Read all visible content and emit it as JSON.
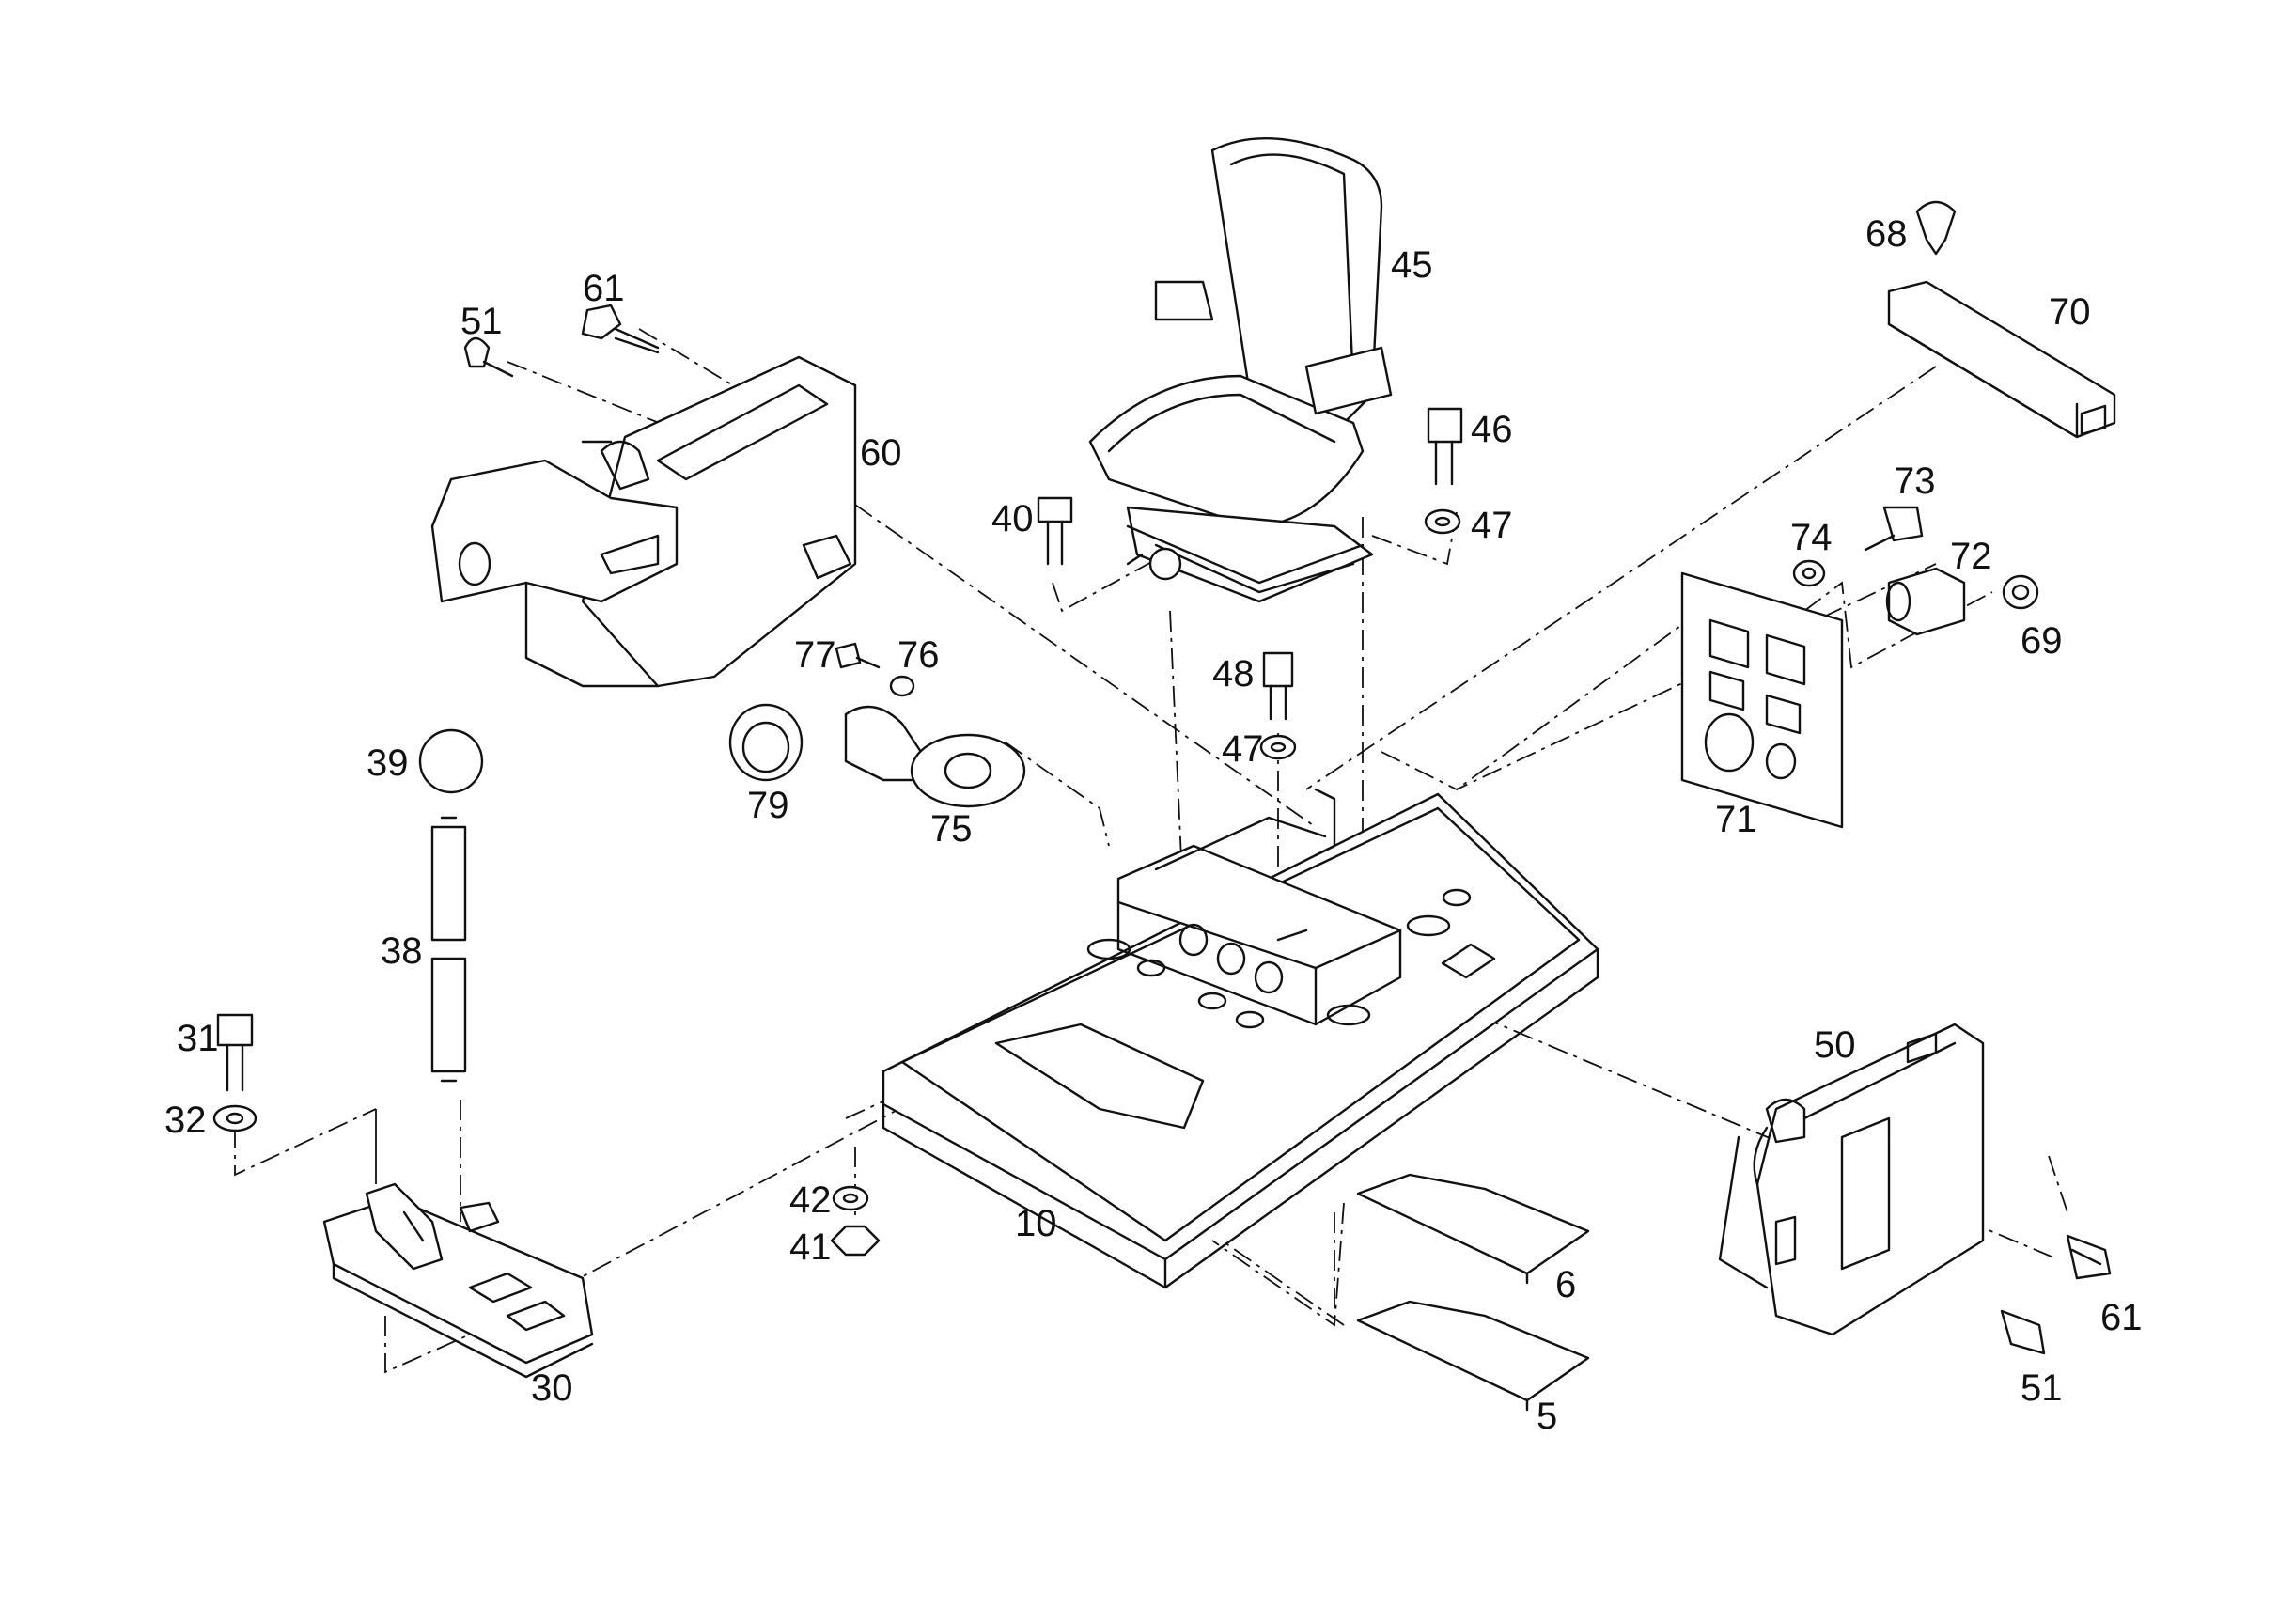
{
  "diagram": {
    "callouts": {
      "p5": "5",
      "p6": "6",
      "p10": "10",
      "p30": "30",
      "p31": "31",
      "p32": "32",
      "p38": "38",
      "p39": "39",
      "p40": "40",
      "p41": "41",
      "p42": "42",
      "p45": "45",
      "p46": "46",
      "p47a": "47",
      "p47b": "47",
      "p48": "48",
      "p50": "50",
      "p51a": "51",
      "p51b": "51",
      "p60": "60",
      "p61a": "61",
      "p61b": "61",
      "p68": "68",
      "p69": "69",
      "p70": "70",
      "p71": "71",
      "p72": "72",
      "p73": "73",
      "p74": "74",
      "p75": "75",
      "p76": "76",
      "p77": "77",
      "p79": "79"
    }
  }
}
